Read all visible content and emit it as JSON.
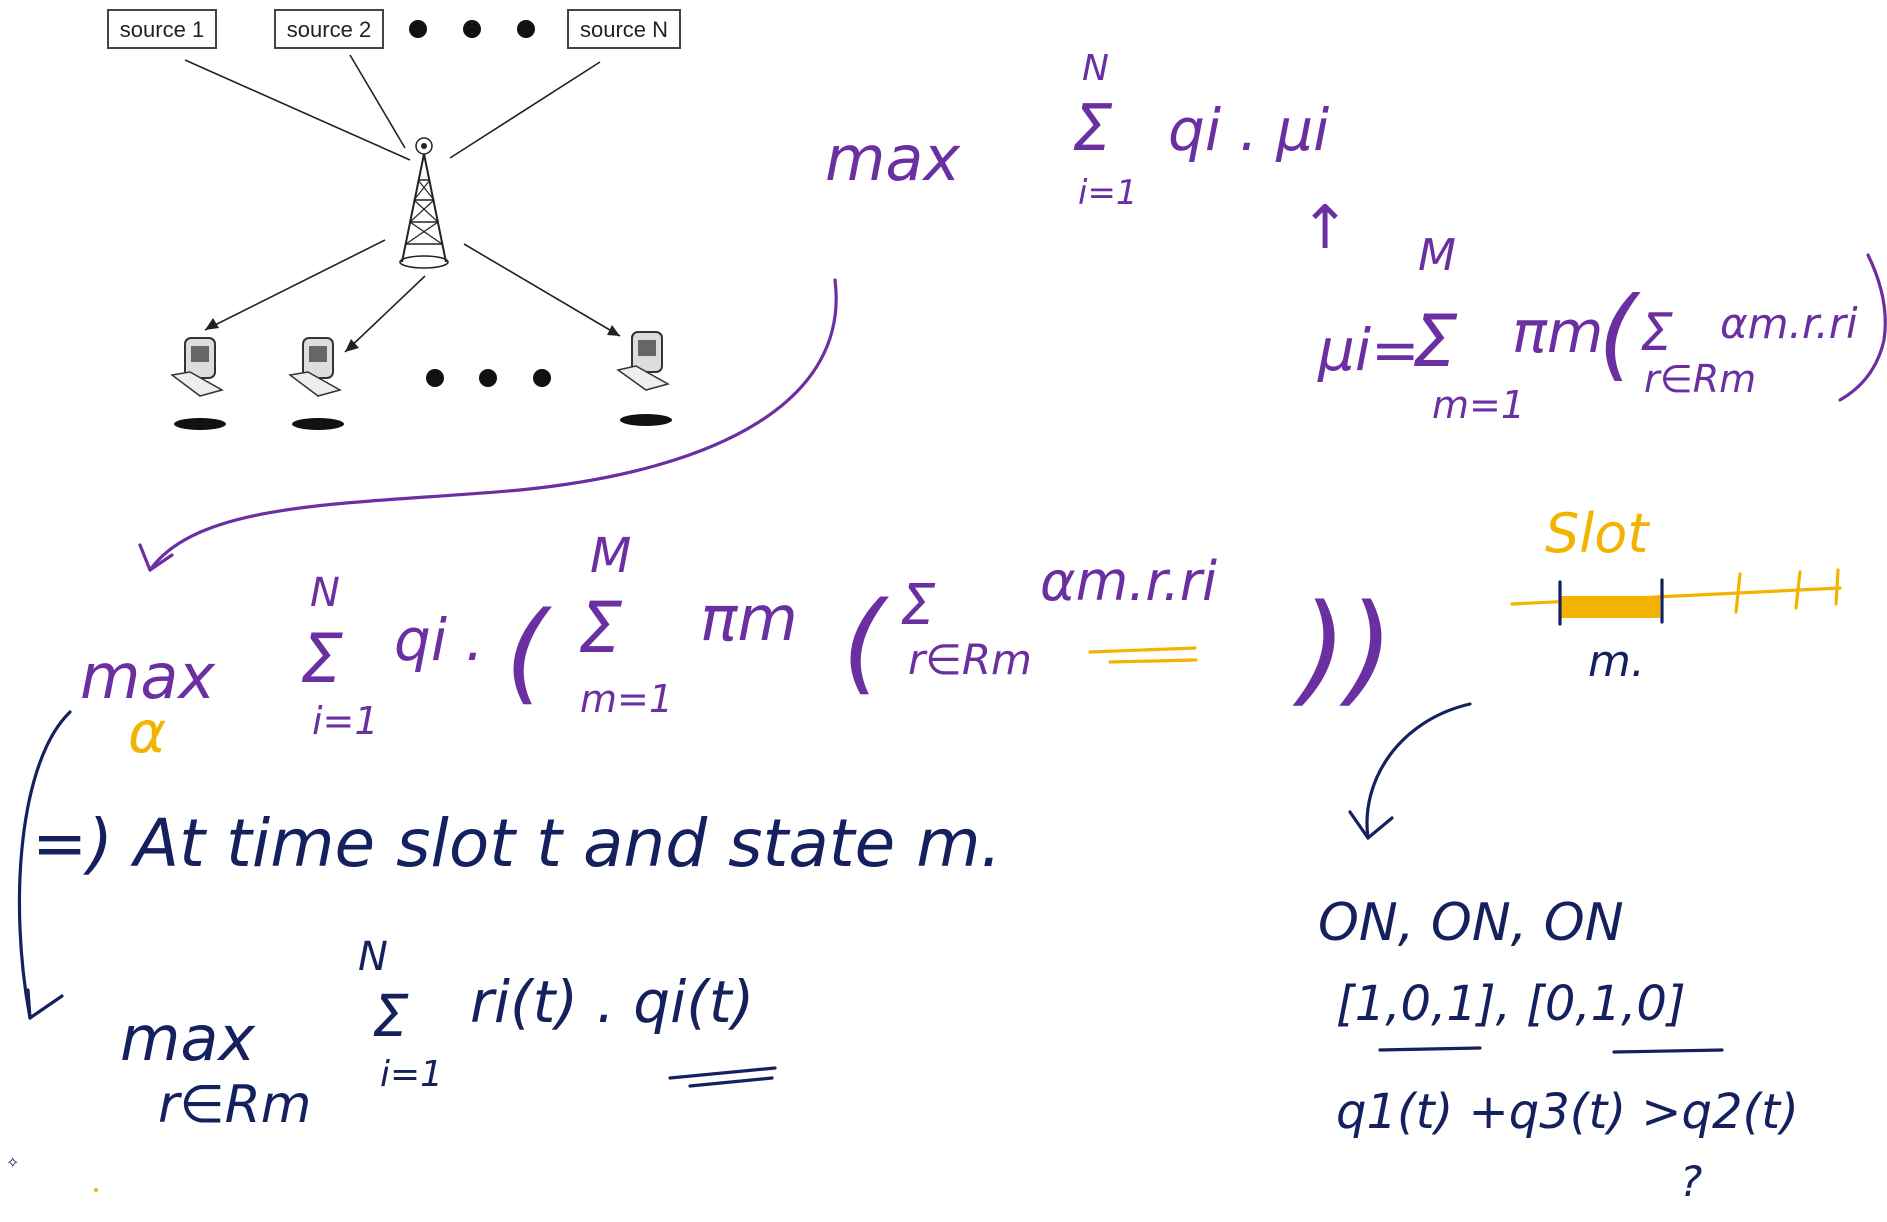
{
  "diagram": {
    "sources": [
      "source 1",
      "source 2",
      "source N"
    ],
    "colors": {
      "purple": "#6a2fa0",
      "navy": "#15205e",
      "amber": "#f2b400"
    },
    "icons": [
      "cell-tower-icon",
      "mobile-phone-icon",
      "ellipsis-dots-icon"
    ]
  },
  "notes": {
    "top_max": "max",
    "top_sum_upper": "N",
    "top_sum_sigma": "Σ",
    "top_sum_lower": "i=1",
    "top_sum_term": "qi . μi",
    "arrow_up": "↑",
    "mu_def_lhs": "μi=",
    "mu_def_sigma": "Σ",
    "mu_def_upper": "M",
    "mu_def_lower": "m=1",
    "mu_def_pi": "πm",
    "mu_def_open": "(",
    "mu_def_inner_sigma": "Σ",
    "mu_def_inner_lower": "r∈Rm",
    "mu_def_inner_term": "αm.r.ri",
    "mid_max": "max",
    "mid_alpha": "α",
    "mid_sum_upper": "N",
    "mid_sum_sigma": "Σ",
    "mid_sum_lower": "i=1",
    "mid_qi": "qi .",
    "mid_paren_open": "(",
    "mid_inner_upper": "M",
    "mid_inner_sigma": "Σ",
    "mid_inner_lower": "m=1",
    "mid_pi": "πm",
    "mid_paren_open2": "(",
    "mid_r_sigma": "Σ",
    "mid_r_lower": "r∈Rm",
    "mid_r_term": "αm.r.ri",
    "mid_paren_close": "))",
    "slot_label": "Slot",
    "slot_m": "m.",
    "statement": "=) At time slot t and state m.",
    "bottom_max": "max",
    "bottom_sub": "r∈Rm",
    "bottom_sum_upper": "N",
    "bottom_sum_sigma": "Σ",
    "bottom_sum_lower": "i=1",
    "bottom_term": "ri(t) . qi(t)",
    "on_line": "ON, ON, ON",
    "vectors": "[1,0,1], [0,1,0]",
    "compare": "q1(t) +q3(t) >q2(t)",
    "question": "?"
  }
}
